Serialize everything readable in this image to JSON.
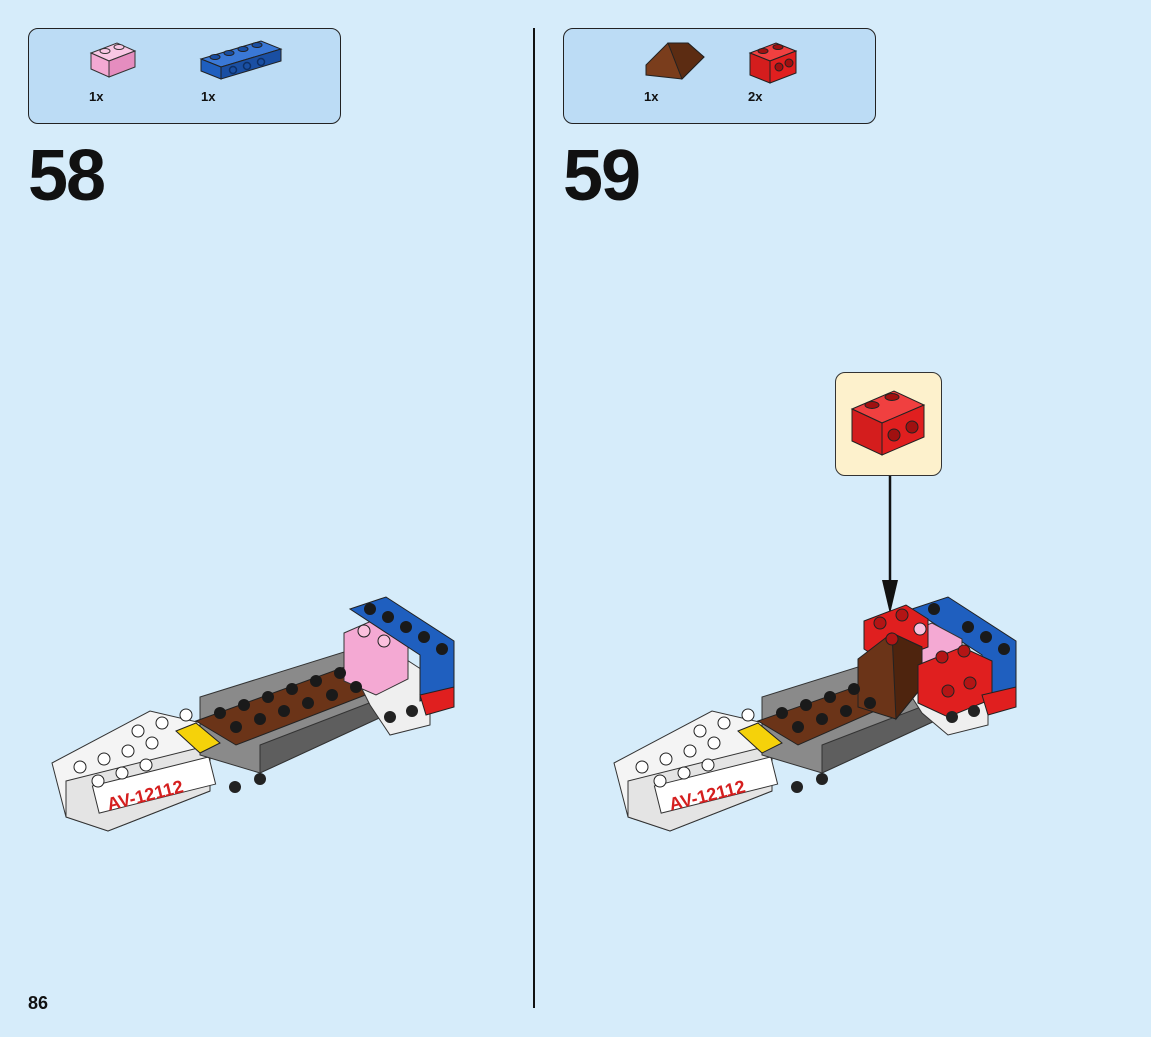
{
  "page_number": "86",
  "steps": [
    {
      "number": "58",
      "parts": [
        {
          "icon": "pink-brick-1x2-icon",
          "qty": "1x",
          "color": "#f4a9d3"
        },
        {
          "icon": "blue-technic-brick-1x4-icon",
          "qty": "1x",
          "color": "#1f5fbf"
        }
      ]
    },
    {
      "number": "59",
      "parts": [
        {
          "icon": "brown-slope-brick-icon",
          "qty": "1x",
          "color": "#6b3418"
        },
        {
          "icon": "red-brick-with-studs-icon",
          "qty": "2x",
          "color": "#e01f1f"
        }
      ]
    }
  ],
  "model_sticker_text": "AV-12112",
  "colors": {
    "background": "#d6ecfa",
    "parts_box": "#bcdcf5",
    "callout": "#fdf1cc"
  }
}
